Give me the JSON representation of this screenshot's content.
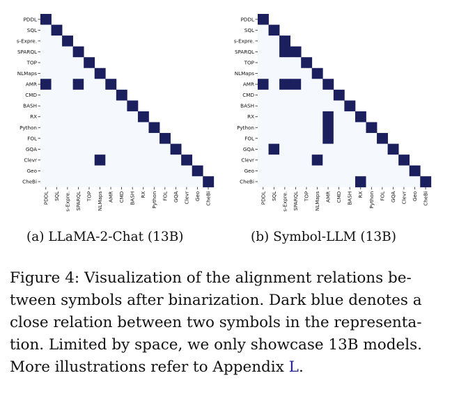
{
  "figure": {
    "symbols": [
      "PDDL",
      "SQL",
      "s-Expre.",
      "SPARQL",
      "TOP",
      "NLMaps",
      "AMR",
      "CMD",
      "BASH",
      "RX",
      "Python",
      "FOL",
      "GQA",
      "Clevr",
      "Geo",
      "CheBi"
    ],
    "colors": {
      "dark": "#1b1f5e",
      "light": "#f5f9fe",
      "tick": "#222222"
    },
    "panels": [
      {
        "subcaption": "(a) LLaMA-2-Chat (13B)",
        "on_cells": [
          [
            0,
            0
          ],
          [
            1,
            1
          ],
          [
            2,
            2
          ],
          [
            3,
            3
          ],
          [
            4,
            4
          ],
          [
            5,
            5
          ],
          [
            6,
            0
          ],
          [
            6,
            3
          ],
          [
            6,
            6
          ],
          [
            7,
            7
          ],
          [
            8,
            8
          ],
          [
            9,
            9
          ],
          [
            10,
            10
          ],
          [
            11,
            11
          ],
          [
            12,
            12
          ],
          [
            13,
            5
          ],
          [
            13,
            13
          ],
          [
            14,
            14
          ],
          [
            15,
            15
          ]
        ]
      },
      {
        "subcaption": "(b) Symbol-LLM (13B)",
        "on_cells": [
          [
            0,
            0
          ],
          [
            1,
            1
          ],
          [
            2,
            2
          ],
          [
            3,
            2
          ],
          [
            3,
            3
          ],
          [
            4,
            4
          ],
          [
            5,
            5
          ],
          [
            6,
            0
          ],
          [
            6,
            2
          ],
          [
            6,
            3
          ],
          [
            6,
            6
          ],
          [
            7,
            7
          ],
          [
            8,
            8
          ],
          [
            9,
            6
          ],
          [
            9,
            9
          ],
          [
            10,
            6
          ],
          [
            10,
            10
          ],
          [
            11,
            6
          ],
          [
            11,
            11
          ],
          [
            12,
            1
          ],
          [
            12,
            12
          ],
          [
            13,
            5
          ],
          [
            13,
            13
          ],
          [
            14,
            14
          ],
          [
            15,
            9
          ],
          [
            15,
            15
          ]
        ]
      }
    ]
  },
  "caption": {
    "lines": [
      "Figure 4: Visualization of the alignment relations be-",
      "tween symbols after binarization. Dark blue denotes a",
      "close relation between two symbols in the representa-",
      "tion. Limited by space, we only showcase 13B models."
    ],
    "last_line_prefix": "More illustrations refer to Appendix ",
    "ref_label": "L",
    "last_line_suffix": "."
  }
}
